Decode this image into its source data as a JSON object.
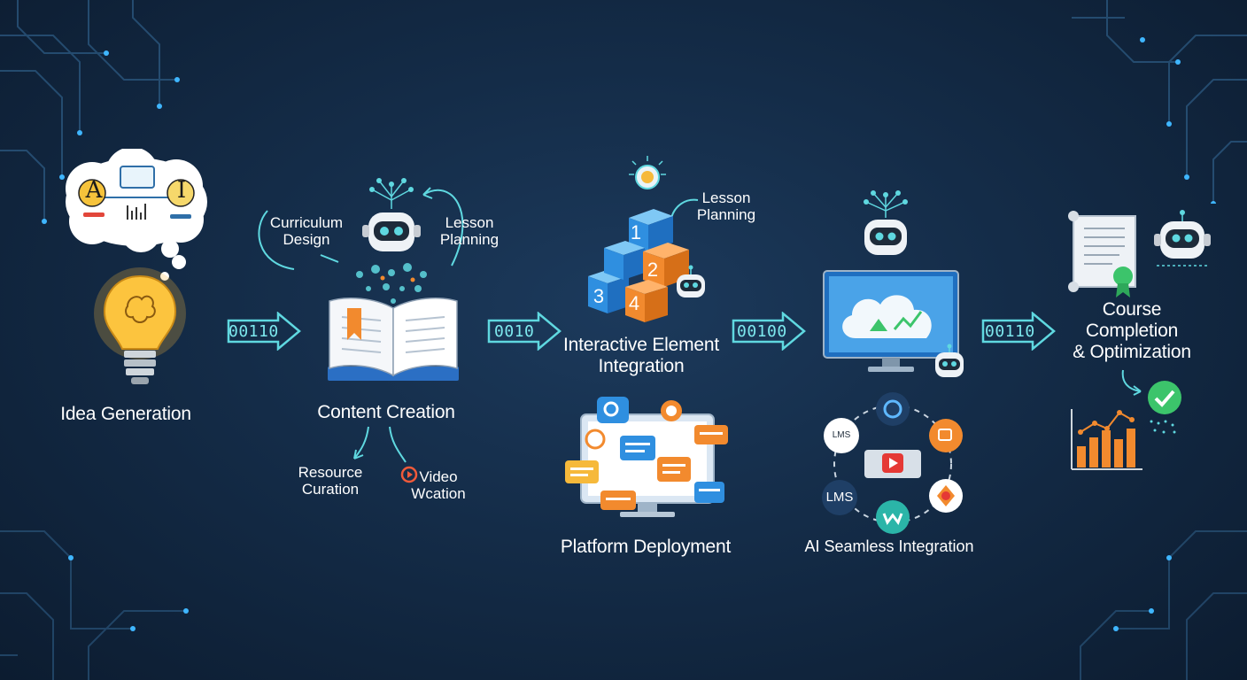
{
  "stages": {
    "idea": {
      "label": "Idea Generation",
      "bubble_letters": [
        "A",
        "I"
      ]
    },
    "content": {
      "label": "Content Creation",
      "curriculum": "Curriculum\nDesign",
      "lesson": "Lesson\nPlanning",
      "resource": "Resource\nCuration",
      "video": "Video\nWcation"
    },
    "interactive": {
      "label": "Interactive Element\nIntegration",
      "lesson": "Lesson\nPlanning",
      "blocks": [
        "1",
        "2",
        "3",
        "4"
      ]
    },
    "platform": {
      "label": "Platform Deployment"
    },
    "seamless": {
      "label": "AI Seamless Integration",
      "lms_a": "LMS",
      "lms_b": "LMS"
    },
    "completion": {
      "label": "Course\nCompletion\n& Optimization"
    }
  },
  "arrows": [
    "00110",
    "0010",
    "00100",
    "00110"
  ],
  "colors": {
    "background": "#142c48",
    "arrow": "#5fd8e0",
    "accent_orange": "#f28a2e",
    "accent_blue": "#2f8fe0",
    "bulb": "#f6b93b",
    "success": "#3cc46b"
  }
}
